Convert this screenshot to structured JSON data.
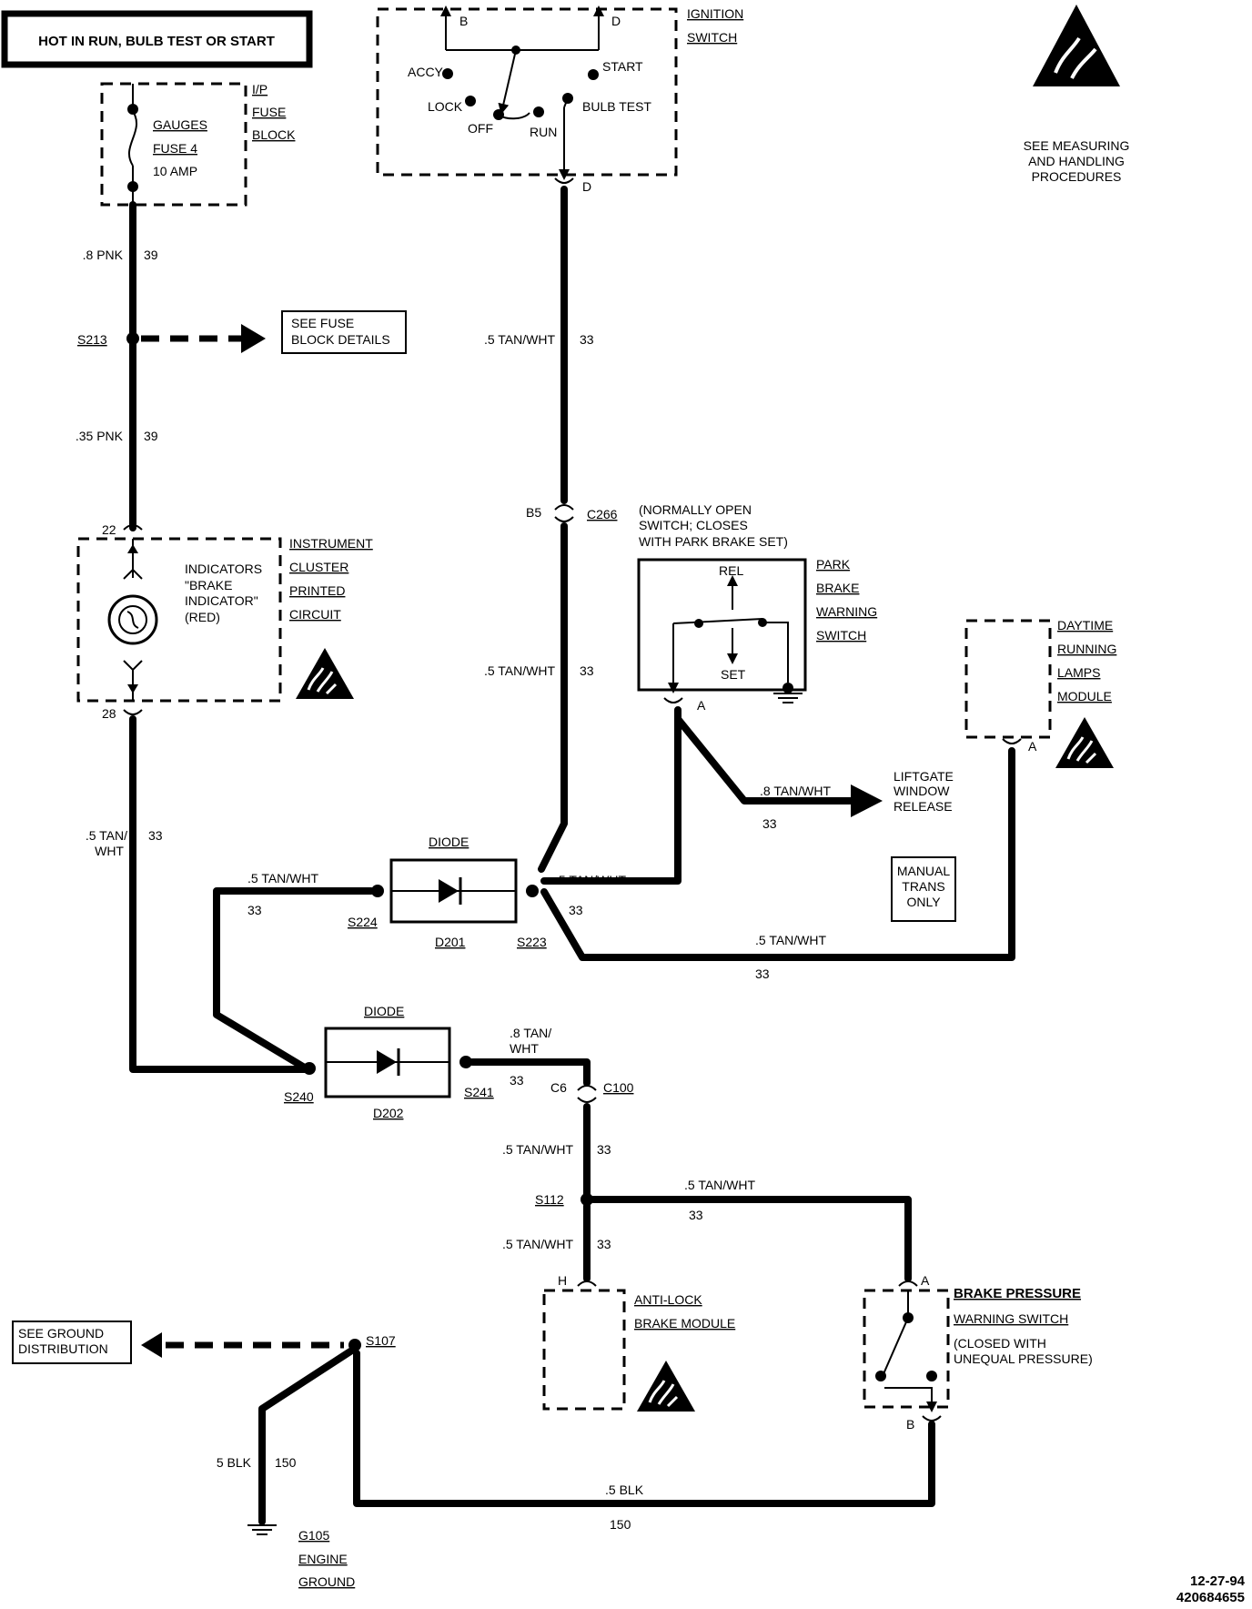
{
  "header": {
    "power_label": "HOT IN RUN, BULB TEST OR START"
  },
  "fuse": {
    "name": "GAUGES",
    "number": "FUSE 4",
    "rating": "10 AMP",
    "block_lines": [
      "I/P",
      "FUSE",
      "BLOCK"
    ],
    "wire1_gauge": ".8 PNK",
    "wire1_circuit": "39",
    "wire2_gauge": ".35 PNK",
    "wire2_circuit": "39"
  },
  "splice_s213": {
    "name": "S213",
    "ref_lines": [
      "SEE FUSE",
      "BLOCK DETAILS"
    ]
  },
  "ignition": {
    "title_lines": [
      "IGNITION",
      "SWITCH"
    ],
    "positions": [
      "ACCY",
      "LOCK",
      "OFF",
      "RUN",
      "START",
      "BULB TEST"
    ],
    "terminals": [
      "B",
      "D"
    ],
    "out_terminal": "D",
    "wire_gauge": ".5 TAN/WHT",
    "wire_circuit": "33"
  },
  "esd_note": [
    "SEE MEASURING",
    "AND HANDLING",
    "PROCEDURES"
  ],
  "c266": {
    "pin": "B5",
    "name": "C266",
    "wire_gauge": ".5 TAN/WHT",
    "wire_circuit": "33"
  },
  "cluster": {
    "pin_in": "22",
    "pin_out": "28",
    "indicator_lines": [
      "INDICATORS",
      "\"BRAKE",
      "INDICATOR\"",
      "(RED)"
    ],
    "title_lines": [
      "INSTRUMENT",
      "CLUSTER",
      "PRINTED",
      "CIRCUIT"
    ],
    "out_wire_gauge_lines": [
      ".5 TAN/",
      "WHT"
    ],
    "out_wire_circuit": "33"
  },
  "park_switch": {
    "note_lines": [
      "(NORMALLY OPEN",
      "SWITCH; CLOSES",
      "WITH PARK BRAKE SET)"
    ],
    "title_lines": [
      "PARK",
      "BRAKE",
      "WARNING",
      "SWITCH"
    ],
    "rel": "REL",
    "set": "SET",
    "terminal": "A"
  },
  "drl_module": {
    "title_lines": [
      "DAYTIME",
      "RUNNING",
      "LAMPS",
      "MODULE"
    ],
    "terminal": "A"
  },
  "liftgate": {
    "label_lines": [
      "LIFTGATE",
      "WINDOW",
      "RELEASE"
    ],
    "wire_gauge": ".8 TAN/WHT",
    "wire_circuit": "33"
  },
  "manual_trans": [
    "MANUAL",
    "TRANS",
    "ONLY"
  ],
  "diode_d201": {
    "title": "DIODE",
    "name": "D201",
    "left_splice": "S224",
    "right_splice": "S223",
    "left_wire_gauge": ".5 TAN/WHT",
    "left_wire_circuit": "33",
    "right_wire_gauge": ".5 TAN/WHT",
    "right_wire_circuit": "33",
    "drl_wire_gauge": ".5 TAN/WHT",
    "drl_wire_circuit": "33"
  },
  "diode_d202": {
    "title": "DIODE",
    "name": "D202",
    "left_splice": "S240",
    "right_splice": "S241",
    "out_wire_gauge_lines": [
      ".8 TAN/",
      "WHT"
    ],
    "out_wire_circuit": "33"
  },
  "c100": {
    "pin": "C6",
    "name": "C100",
    "wire_gauge": ".5 TAN/WHT",
    "wire_circuit": "33"
  },
  "splice_s112": {
    "name": "S112",
    "right_wire_gauge": ".5 TAN/WHT",
    "right_wire_circuit": "33",
    "down_wire_gauge": ".5 TAN/WHT",
    "down_wire_circuit": "33"
  },
  "abs_module": {
    "terminal": "H",
    "title_lines": [
      "ANTI-LOCK",
      "BRAKE MODULE"
    ]
  },
  "brake_pressure": {
    "title_lines": [
      "BRAKE PRESSURE",
      "WARNING SWITCH"
    ],
    "note_lines": [
      "(CLOSED WITH",
      "UNEQUAL PRESSURE)"
    ],
    "terminal_in": "A",
    "terminal_out": "B"
  },
  "ground": {
    "ref_lines": [
      "SEE GROUND",
      "DISTRIBUTION"
    ],
    "splice": "S107",
    "g105_lines": [
      "G105",
      "ENGINE",
      "GROUND"
    ],
    "wire1_gauge": "5 BLK",
    "wire1_circuit": "150",
    "wire2_gauge": ".5 BLK",
    "wire2_circuit": "150"
  },
  "footer": {
    "date": "12-27-94",
    "code": "420684655"
  }
}
